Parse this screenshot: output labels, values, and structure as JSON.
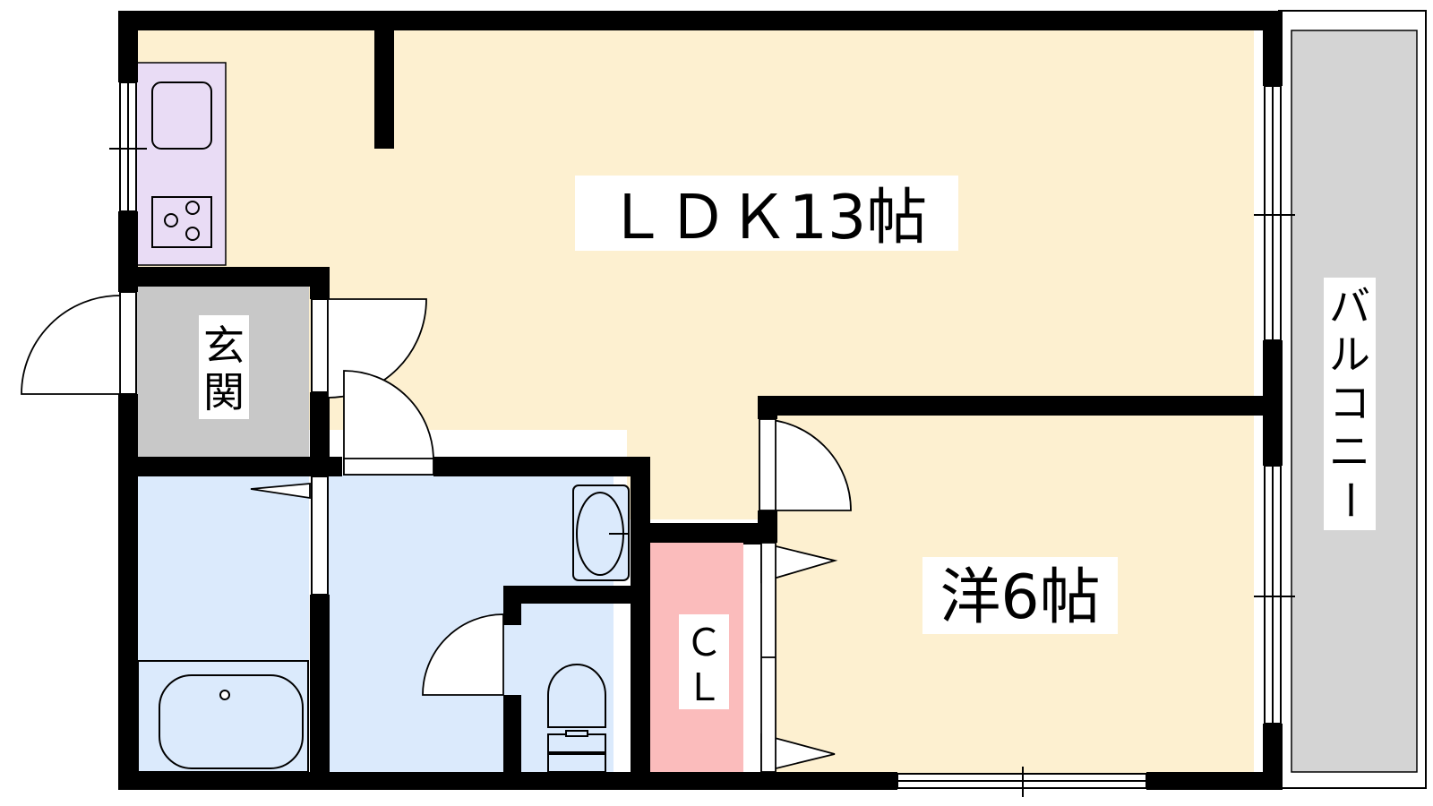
{
  "rooms": {
    "ldk": {
      "label": "ＬＤＫ13帖",
      "fill": "#fdf0d0"
    },
    "western": {
      "label": "洋6帖",
      "fill": "#fdf0d0"
    },
    "entrance": {
      "label_1": "玄",
      "label_2": "関",
      "fill": "#c8c8c8"
    },
    "closet": {
      "label_1": "Ｃ",
      "label_2": "Ｌ",
      "fill": "#fbbcbc"
    },
    "balcony": {
      "label_chars": [
        "バ",
        "ル",
        "コ",
        "ニ",
        "ー"
      ],
      "fill": "#d4d4d4"
    },
    "bath": {
      "fill": "#dbeafc"
    },
    "washroom": {
      "fill": "#dbeafc"
    },
    "toilet": {
      "fill": "#dbeafc"
    },
    "kitchen": {
      "fill": "#e9dcf5"
    }
  },
  "icons": [
    "stove-icon",
    "sink-icon",
    "bathtub-icon",
    "washbasin-icon",
    "toilet-icon",
    "door-swing-icon"
  ],
  "colors": {
    "wall": "#000000",
    "line": "#000000"
  }
}
